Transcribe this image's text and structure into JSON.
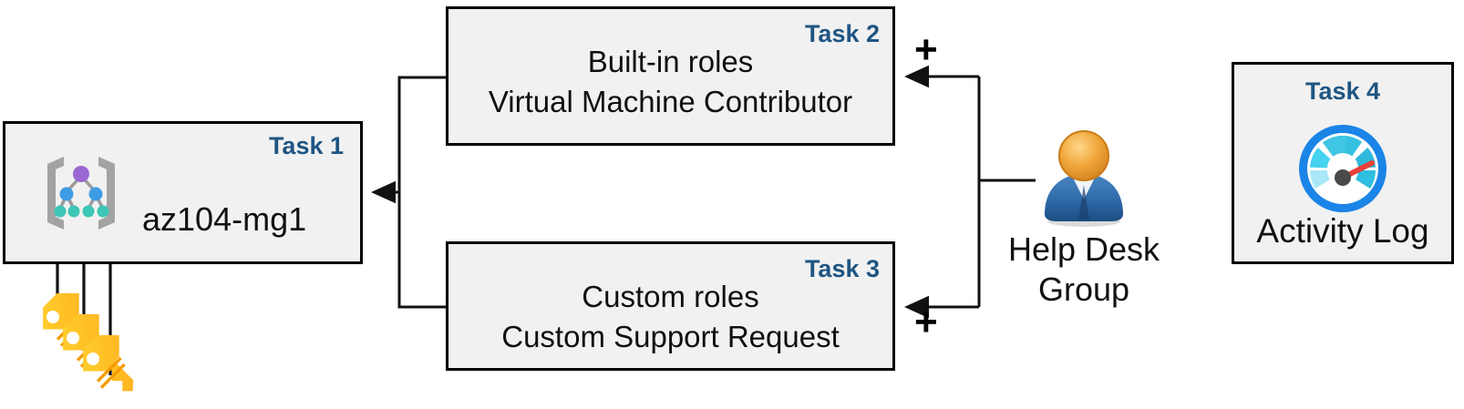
{
  "diagram": {
    "title": "Azure RBAC task diagram",
    "accent_color": "#1f5582",
    "box_fill": "#f1f1f1",
    "box_border": "#000000"
  },
  "task1": {
    "tag": "Task 1",
    "label": "az104-mg1",
    "icon": "management-group-icon",
    "keys_icon": "keys-icon"
  },
  "task2": {
    "tag": "Task 2",
    "text": "Built-in roles\nVirtual Machine Contributor",
    "plus": "+"
  },
  "task3": {
    "tag": "Task 3",
    "text": "Custom roles\nCustom Support Request",
    "plus": "+"
  },
  "task4": {
    "tag": "Task 4",
    "label": "Activity Log",
    "icon": "activity-log-gauge-icon"
  },
  "actor": {
    "label": "Help Desk\nGroup",
    "icon": "user-group-icon"
  }
}
